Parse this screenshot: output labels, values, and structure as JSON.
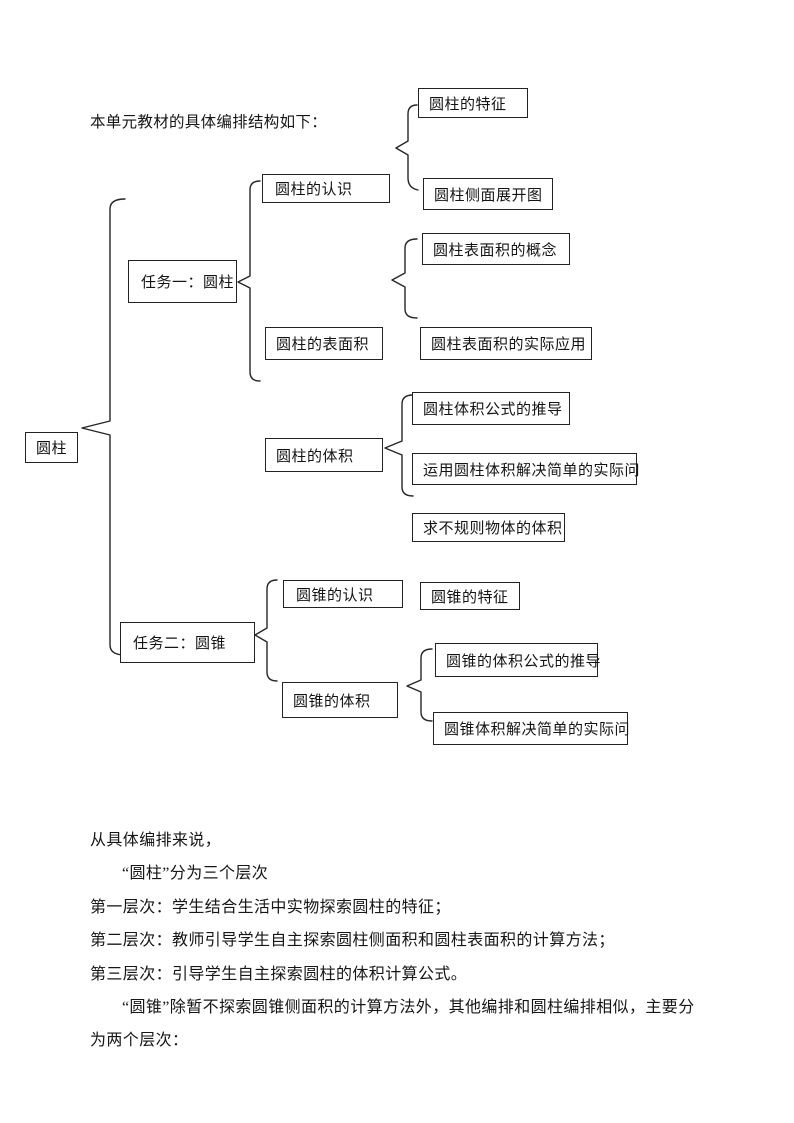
{
  "page": {
    "intro": "本单元教材的具体编排结构如下："
  },
  "diagram": {
    "boxes": [
      {
        "id": "cylinder-features",
        "label": "圆柱的特征"
      },
      {
        "id": "cylinder-understanding",
        "label": "圆柱的认识"
      },
      {
        "id": "cylinder-lateral-unfold",
        "label": "圆柱侧面展开图"
      },
      {
        "id": "cylinder-surface-area-concept",
        "label": "圆柱表面积的概念"
      },
      {
        "id": "task1-cylinder",
        "label": "任务一：圆柱"
      },
      {
        "id": "cylinder-surface-area",
        "label": "圆柱的表面积"
      },
      {
        "id": "cylinder-surface-area-application",
        "label": "圆柱表面积的实际应用"
      },
      {
        "id": "cylinder-volume-formula-derivation",
        "label": "圆柱体积公式的推导"
      },
      {
        "id": "cylinder-root",
        "label": "圆柱"
      },
      {
        "id": "cylinder-volume",
        "label": "圆柱的体积"
      },
      {
        "id": "cylinder-volume-practical",
        "label": "运用圆柱体积解决简单的实际问"
      },
      {
        "id": "irregular-object-volume",
        "label": "求不规则物体的体积"
      },
      {
        "id": "cone-understanding",
        "label": "圆锥的认识"
      },
      {
        "id": "cone-features",
        "label": "圆锥的特征"
      },
      {
        "id": "task2-cone",
        "label": "任务二：圆锥"
      },
      {
        "id": "cone-volume-formula-derivation",
        "label": "圆锥的体积公式的推导"
      },
      {
        "id": "cone-volume",
        "label": "圆锥的体积"
      },
      {
        "id": "cone-volume-practical",
        "label": "圆锥体积解决简单的实际问"
      }
    ]
  },
  "body": {
    "lines": [
      {
        "text": "从具体编排来说，"
      },
      {
        "text": "“圆柱”分为三个层次"
      },
      {
        "text": "第一层次：学生结合生活中实物探索圆柱的特征；"
      },
      {
        "text": "第二层次：教师引导学生自主探索圆柱侧面积和圆柱表面积的计算方法；"
      },
      {
        "text": "第三层次：引导学生自主探索圆柱的体积计算公式。"
      },
      {
        "text": "“圆锥”除暂不探索圆锥侧面积的计算方法外，其他编排和圆柱编排相似，主要分"
      },
      {
        "text": "为两个层次："
      }
    ]
  }
}
